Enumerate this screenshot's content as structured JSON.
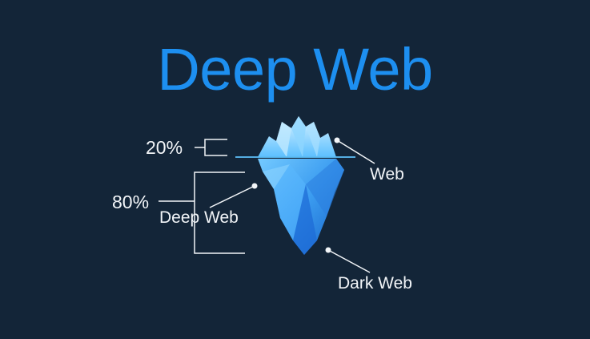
{
  "title": "Deep Web",
  "percentages": {
    "surface": "20%",
    "deep": "80%"
  },
  "layers": {
    "web": "Web",
    "deep_web": "Deep Web",
    "dark_web": "Dark Web"
  },
  "colors": {
    "background": "#132538",
    "title": "#1d8ff0",
    "text": "#f2f5f8",
    "iceberg_light": "#6ec8ff",
    "iceberg_dark": "#1a6fd6"
  },
  "icons": [
    "iceberg-icon"
  ]
}
